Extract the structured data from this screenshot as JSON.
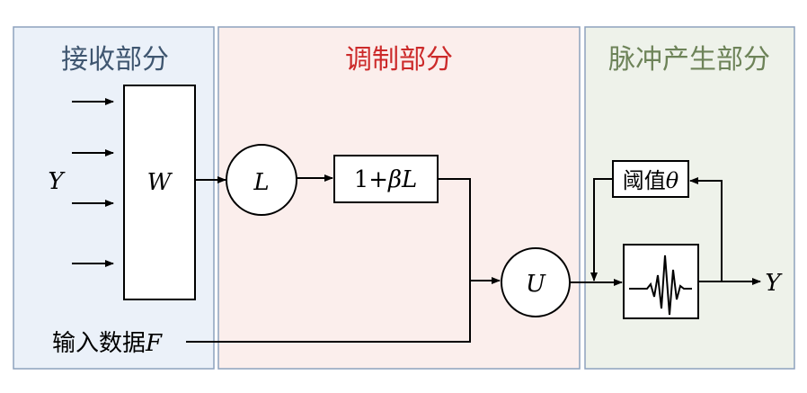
{
  "panels": {
    "receive": {
      "title": "接收部分",
      "fill": "#ebf1f9",
      "stroke": "#8da2bd",
      "title_color": "#3f5670"
    },
    "modulate": {
      "title": "调制部分",
      "fill": "#fbeeec",
      "stroke": "#8da2bd",
      "title_color": "#cc2a2a"
    },
    "pulse": {
      "title": "脉冲产生部分",
      "fill": "#eef2ea",
      "stroke": "#8da2bd",
      "title_color": "#6d8358"
    }
  },
  "nodes": {
    "input_y": "Y",
    "weights": "W",
    "linking": "L",
    "modulation_prefix": "1+",
    "modulation_beta": "β",
    "modulation_suffix": "L",
    "internal": "U",
    "threshold_text": "阈值",
    "threshold_symbol": "θ",
    "output_y": "Y"
  },
  "input_data": {
    "text": "输入数据",
    "symbol": "F"
  },
  "colors": {
    "line": "#000000"
  }
}
